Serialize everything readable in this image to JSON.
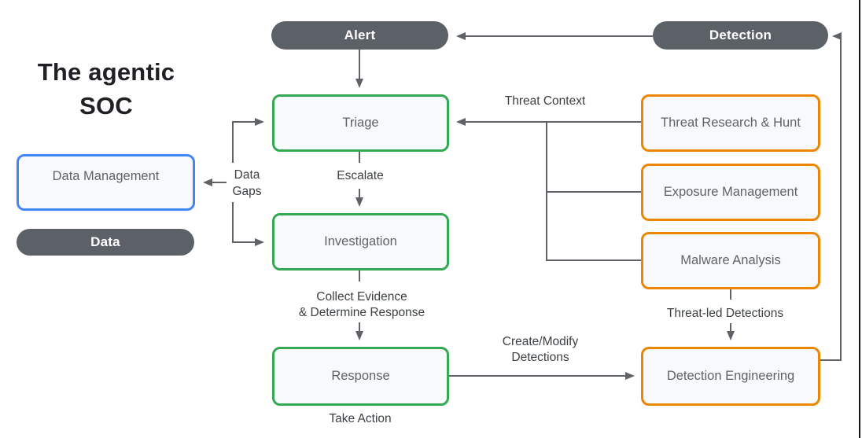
{
  "title": {
    "line1": "The agentic",
    "line2": "SOC"
  },
  "pills": {
    "alert": "Alert",
    "detection": "Detection",
    "data": "Data"
  },
  "boxes": {
    "triage": "Triage",
    "investigation": "Investigation",
    "response": "Response",
    "data_management": "Data Management",
    "threat_research": "Threat Research & Hunt",
    "exposure_management": "Exposure Management",
    "malware_analysis": "Malware Analysis",
    "detection_engineering": "Detection Engineering"
  },
  "labels": {
    "threat_context": "Threat Context",
    "escalate": "Escalate",
    "data_gaps_line1": "Data",
    "data_gaps_line2": "Gaps",
    "collect_line1": "Collect Evidence",
    "collect_line2": "& Determine Response",
    "take_action": "Take Action",
    "create_modify_line1": "Create/Modify",
    "create_modify_line2": "Detections",
    "threat_led": "Threat-led Detections"
  },
  "colors": {
    "green": "#34a853",
    "blue": "#4285f4",
    "orange": "#ea8600",
    "pill_gray": "#5c6167",
    "line_gray": "#5f6368",
    "box_fill": "#f8f9fa",
    "box_text": "#5f6368",
    "label_text": "#3c4043"
  }
}
